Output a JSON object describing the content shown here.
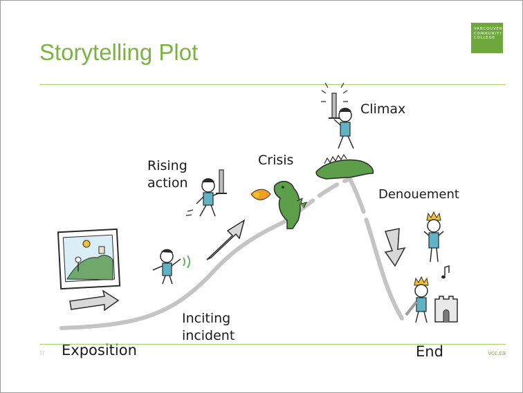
{
  "slide": {
    "title": "Storytelling Plot",
    "logo_lines": [
      "VANCOUVER",
      "COMMUNITY",
      "COLLEGE"
    ],
    "slide_number": "17",
    "website": "vcc.ca"
  },
  "plot_labels": {
    "exposition": "Exposition",
    "inciting_line1": "Inciting",
    "inciting_line2": "incident",
    "rising_line1": "Rising",
    "rising_line2": "action",
    "crisis": "Crisis",
    "climax": "Climax",
    "denouement": "Denouement",
    "end": "End"
  },
  "colors": {
    "accent": "#7ab440",
    "curve": "#c4c4c4",
    "figure_shirt": "#5fb3c4",
    "dragon": "#5d9e4a",
    "crown": "#f2c12e",
    "landscape": "#6fa86a"
  }
}
